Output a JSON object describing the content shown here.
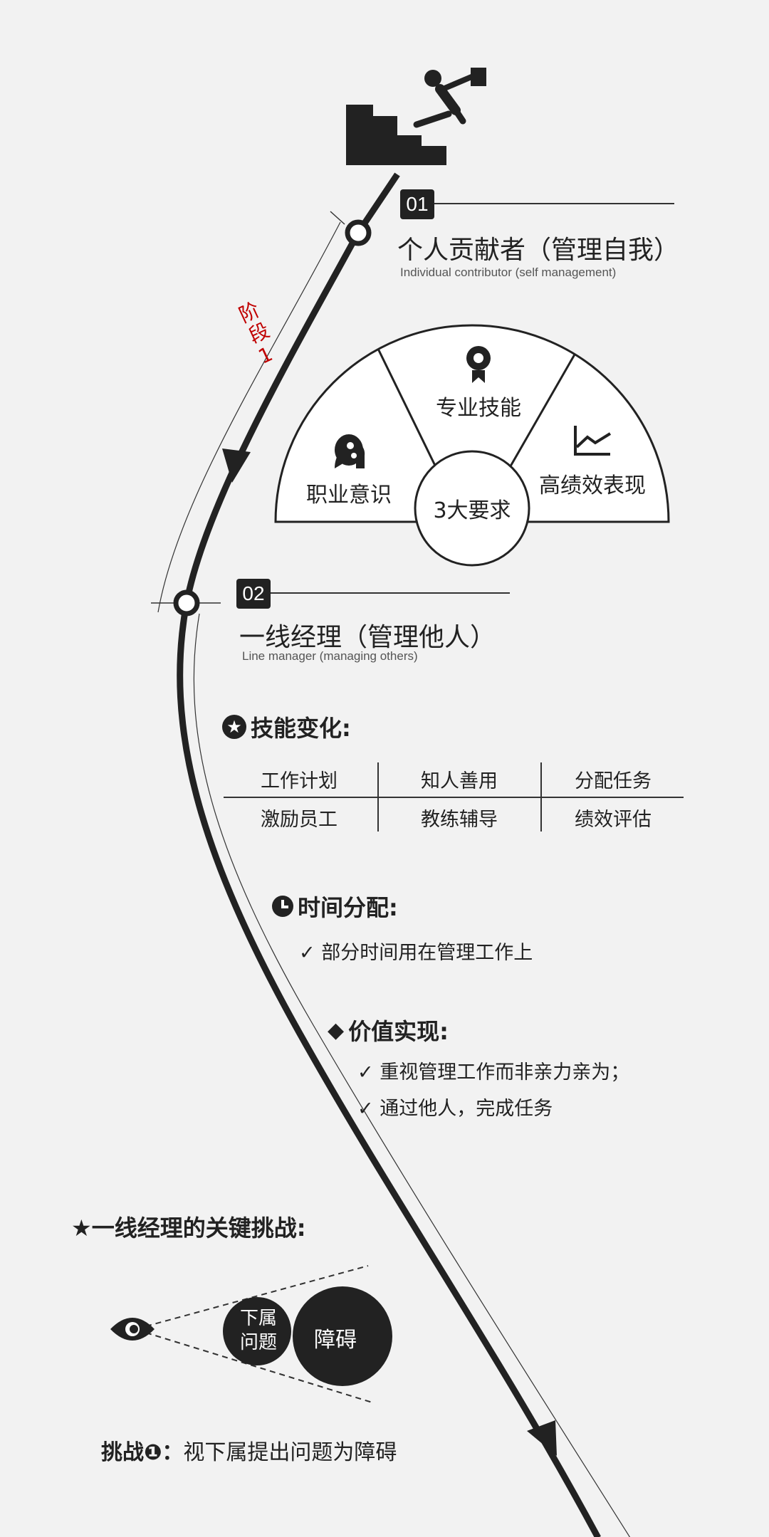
{
  "stage_label": "阶段1",
  "stage1": {
    "number": "01",
    "title": "个人贡献者（管理自我）",
    "subtitle": "Individual contributor (self management)"
  },
  "requirements": {
    "center": "3大要求",
    "items": [
      "职业意识",
      "专业技能",
      "高绩效表现"
    ]
  },
  "stage2": {
    "number": "02",
    "title": "一线经理（管理他人）",
    "subtitle": "Line manager (managing others)"
  },
  "skills": {
    "heading": "技能变化:",
    "rows": [
      [
        "工作计划",
        "知人善用",
        "分配任务"
      ],
      [
        "激励员工",
        "教练辅导",
        "绩效评估"
      ]
    ]
  },
  "time": {
    "heading": "时间分配:",
    "items": [
      "✓ 部分时间用在管理工作上"
    ]
  },
  "value": {
    "heading": "价值实现:",
    "items": [
      "✓ 重视管理工作而非亲力亲为；",
      "✓ 通过他人，完成任务"
    ]
  },
  "challenge": {
    "heading": "★一线经理的关键挑战:",
    "small_circle": "下属问题",
    "big_circle": "障碍",
    "label": "挑战❶：",
    "text": "视下属提出问题为障碍"
  },
  "colors": {
    "accent": "#c00000",
    "dark": "#222222"
  }
}
